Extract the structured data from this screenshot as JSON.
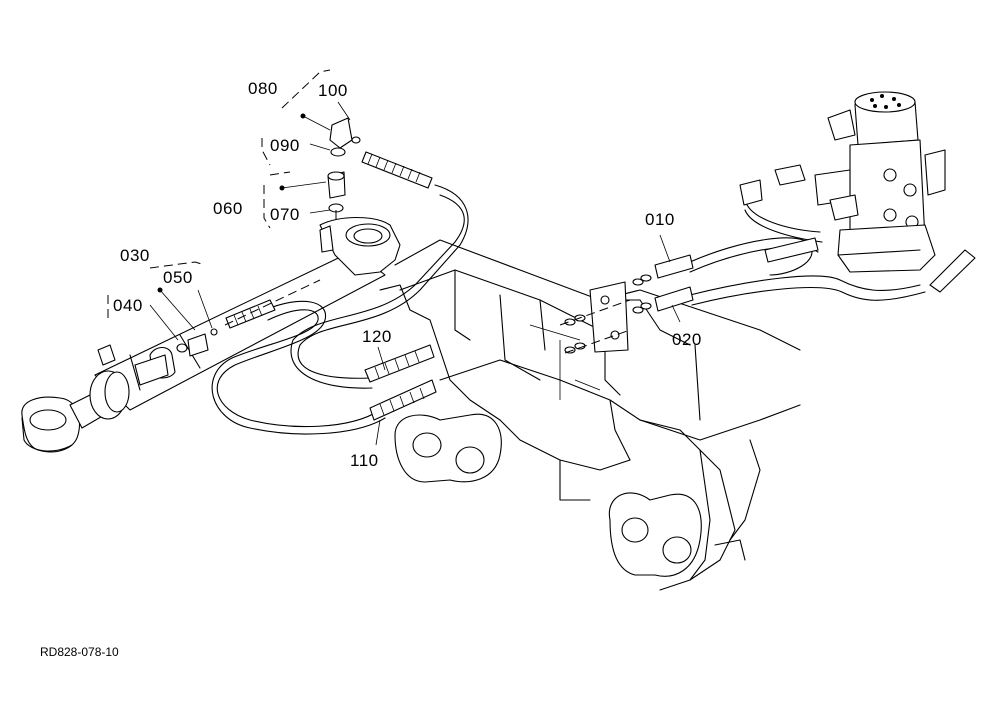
{
  "diagram": {
    "reference_code": "RD828-078-10",
    "callouts": {
      "c010": "010",
      "c020": "020",
      "c030": "030",
      "c040": "040",
      "c050": "050",
      "c060": "060",
      "c070": "070",
      "c080": "080",
      "c090": "090",
      "c100": "100",
      "c110": "110",
      "c120": "120"
    }
  }
}
